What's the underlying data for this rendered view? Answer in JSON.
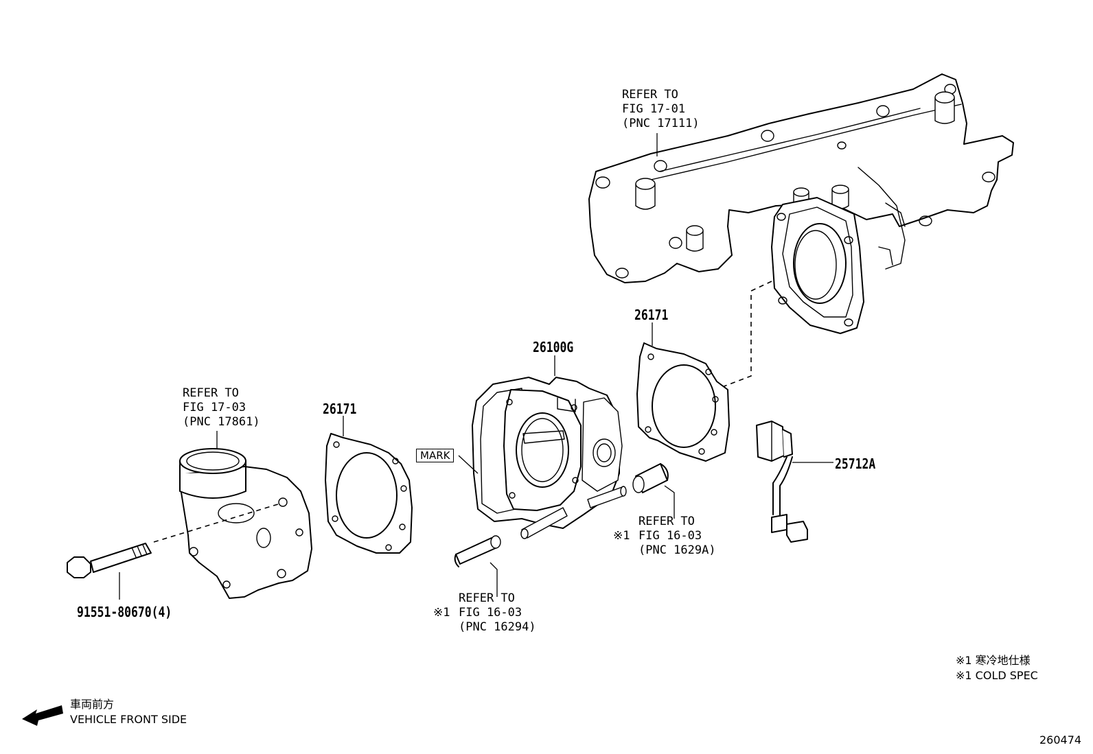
{
  "parts": {
    "bolt": "91551-80670(4)",
    "gasket_left": "26171",
    "throttle_body": "26100G",
    "gasket_right": "26171",
    "sensor": "25712A"
  },
  "refs": {
    "manifold": {
      "line1": "REFER TO",
      "line2": "FIG 17-01",
      "line3": "(PNC 17111)"
    },
    "inlet": {
      "line1": "REFER TO",
      "line2": "FIG 17-03",
      "line3": "(PNC 17861)"
    },
    "hose_right": {
      "prefix": "※1",
      "line1": "REFER TO",
      "line2": "FIG 16-03",
      "line3": "(PNC 1629A)"
    },
    "hose_left": {
      "prefix": "※1",
      "line1": "REFER TO",
      "line2": "FIG 16-03",
      "line3": "(PNC 16294)"
    }
  },
  "mark_label": "MARK",
  "legend": {
    "line1": "※1 寒冷地仕様",
    "line2": "※1 COLD SPEC"
  },
  "direction": {
    "line1": "車両前方",
    "line2": "VEHICLE FRONT SIDE"
  },
  "figure_number": "260474"
}
